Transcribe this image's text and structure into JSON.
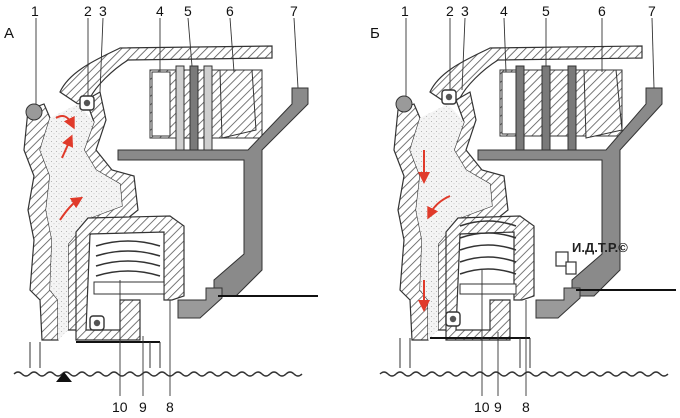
{
  "panels": [
    {
      "id": "left",
      "label": "А",
      "callouts_top": [
        "1",
        "2",
        "3",
        "4",
        "5",
        "6",
        "7"
      ],
      "callouts_bottom": [
        "10",
        "9",
        "8"
      ],
      "flow_direction": "up"
    },
    {
      "id": "right",
      "label": "Б",
      "callouts_top": [
        "1",
        "2",
        "3",
        "4",
        "5",
        "6",
        "7"
      ],
      "callouts_bottom": [
        "10",
        "9",
        "8"
      ],
      "flow_direction": "down"
    }
  ],
  "watermark": "И.Д.Т.Р.©",
  "colors": {
    "hatch": "#555555",
    "fluid": "#f2f2f2",
    "steel": "#8a8a8a",
    "arrow": "#e03a2a",
    "ball": "#9a9a9a"
  }
}
